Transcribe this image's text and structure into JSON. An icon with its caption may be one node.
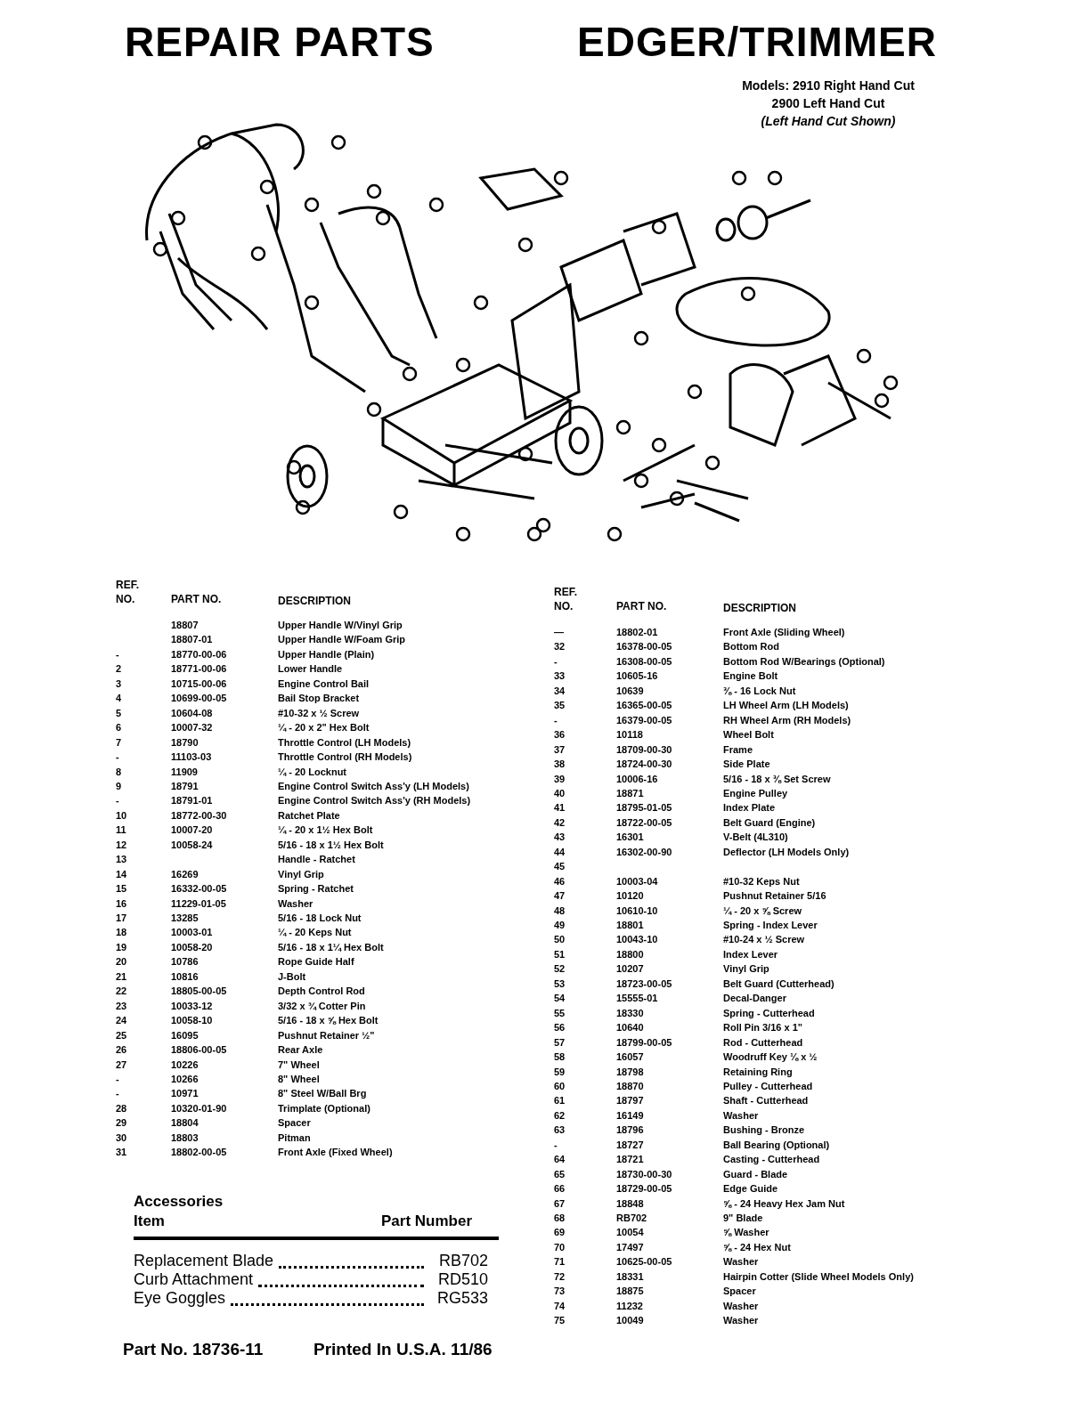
{
  "diagram": {
    "title": "REPAIR PARTS",
    "labels": [
      "EDGER/TRIMMER",
      "Models: 2910 Right Hand Cut",
      "2900 Left Hand Cut",
      "(Left Hand Cut Shown)",
      "REF.",
      "NO.",
      "PART NO.",
      "DESCRIPTION",
      "18807",
      "Upper Handle W/Vinyl Grip",
      "18807-01",
      "Upper Handle W/Foam Grip",
      "-",
      "18770-00-06",
      "Upper Handle (Plain)",
      "2",
      "18771-00-06",
      "Lower Handle",
      "3",
      "10715-00-06",
      "Engine Control Bail",
      "4",
      "10699-00-05",
      "Bail Stop Bracket",
      "5",
      "10604-08",
      "#10-32 x ½ Screw",
      "6",
      "10007-32",
      "¼ - 20 x 2\" Hex Bolt",
      "7",
      "18790",
      "Throttle Control (LH Models)",
      "-",
      "11103-03",
      "Throttle Control (RH Models)",
      "8",
      "11909",
      "¼ - 20 Locknut",
      "9",
      "18791",
      "Engine Control Switch Ass'y (LH Models)",
      "-",
      "18791-01",
      "Engine Control Switch Ass'y (RH Models)",
      "10",
      "18772-00-30",
      "Ratchet Plate",
      "11",
      "10007-20",
      "¼ - 20 x 1½ Hex Bolt",
      "12",
      "10058-24",
      "5/16 - 18 x 1½ Hex Bolt",
      "13",
      "Handle - Ratchet",
      "14",
      "16269",
      "Vinyl Grip",
      "15",
      "16332-00-05",
      "Spring - Ratchet",
      "16",
      "11229-01-05",
      "Washer",
      "17",
      "13285",
      "5/16 - 18 Lock Nut",
      "18",
      "10003-01",
      "¼ - 20 Keps Nut",
      "19",
      "10058-20",
      "5/16 - 18 x 1¼ Hex Bolt",
      "20",
      "10786",
      "Rope Guide Half",
      "21",
      "10816",
      "J-Bolt",
      "22",
      "18805-00-05",
      "Depth Control Rod",
      "23",
      "10033-12",
      "3/32 x ¾ Cotter Pin",
      "24",
      "10058-10",
      "5/16 - 18 x ⅝ Hex Bolt",
      "25",
      "16095",
      "Pushnut Retainer ½\"",
      "26",
      "18806-00-05",
      "Rear Axle",
      "27",
      "10226",
      "7\" Wheel",
      "-",
      "10266",
      "8\" Wheel",
      "-",
      "10971",
      "8\" Steel W/Ball Brg",
      "28",
      "10320-01-90",
      "Trimplate (Optional)",
      "29",
      "18804",
      "Spacer",
      "30",
      "18803",
      "Pitman",
      "31",
      "18802-00-05",
      "Front Axle (Fixed Wheel)",
      "REF.",
      "NO.",
      "PART NO.",
      "DESCRIPTION",
      "—",
      "18802-01",
      "Front Axle (Sliding Wheel)",
      "32",
      "16378-00-05",
      "Bottom Rod",
      "-",
      "16308-00-05",
      "Bottom Rod W/Bearings (Optional)",
      "33",
      "10605-16",
      "Engine Bolt",
      "34",
      "10639",
      "⅜ - 16 Lock Nut",
      "35",
      "16365-00-05",
      "LH Wheel Arm (LH Models)",
      "-",
      "16379-00-05",
      "RH Wheel Arm (RH Models)",
      "36",
      "10118",
      "Wheel Bolt",
      "37",
      "18709-00-30",
      "Frame",
      "38",
      "18724-00-30",
      "Side Plate",
      "39",
      "10006-16",
      "5/16 - 18 x ⅜ Set Screw",
      "40",
      "18871",
      "Engine Pulley",
      "41",
      "18795-01-05",
      "Index Plate",
      "42",
      "18722-00-05",
      "Belt Guard (Engine)",
      "43",
      "16301",
      "V-Belt (4L310)",
      "44",
      "16302-00-90",
      "Deflector (LH Models Only)",
      "45",
      "46",
      "10003-04",
      "#10-32 Keps Nut",
      "47",
      "10120",
      "Pushnut Retainer 5/16",
      "48",
      "10610-10",
      "¼ - 20 x ⅝ Screw",
      "49",
      "18801",
      "Spring - Index Lever",
      "50",
      "10043-10",
      "#10-24 x ½ Screw",
      "51",
      "18800",
      "Index Lever",
      "52",
      "10207",
      "Vinyl Grip",
      "53",
      "18723-00-05",
      "Belt Guard (Cutterhead)",
      "54",
      "15555-01",
      "Decal-Danger",
      "55",
      "18330",
      "Spring - Cutterhead",
      "56",
      "10640",
      "Roll Pin 3/16 x 1\"",
      "57",
      "18799-00-05",
      "Rod - Cutterhead",
      "58",
      "16057",
      "Woodruff Key ⅛ x ½",
      "59",
      "18798",
      "Retaining Ring",
      "60",
      "18870",
      "Pulley - Cutterhead",
      "61",
      "18797",
      "Shaft - Cutterhead",
      "62",
      "16149",
      "Washer",
      "63",
      "18796",
      "Bushing - Bronze",
      "-",
      "18727",
      "Ball Bearing (Optional)",
      "64",
      "18721",
      "Casting - Cutterhead",
      "65",
      "18730-00-30",
      "Guard - Blade",
      "66",
      "18729-00-05",
      "Edge Guide",
      "67",
      "18848",
      "⅝ - 24 Heavy Hex Jam Nut",
      "68",
      "RB702",
      "9\" Blade",
      "69",
      "10054",
      "⅝ Washer",
      "70",
      "17497",
      "⅝ - 24 Hex Nut",
      "71",
      "10625-00-05",
      "Washer",
      "72",
      "18331",
      "Hairpin Cotter (Slide Wheel Models Only)",
      "73",
      "18875",
      "Spacer",
      "74",
      "11232",
      "Washer",
      "75",
      "10049",
      "Washer",
      "Accessories",
      "Item",
      "Part Number",
      "Replacement Blade",
      "RB702",
      "Curb Attachment",
      "RD510",
      "Eye Goggles",
      "RG533",
      "Part No. 18736-11",
      "Printed In U.S.A. 11/86"
    ]
  }
}
